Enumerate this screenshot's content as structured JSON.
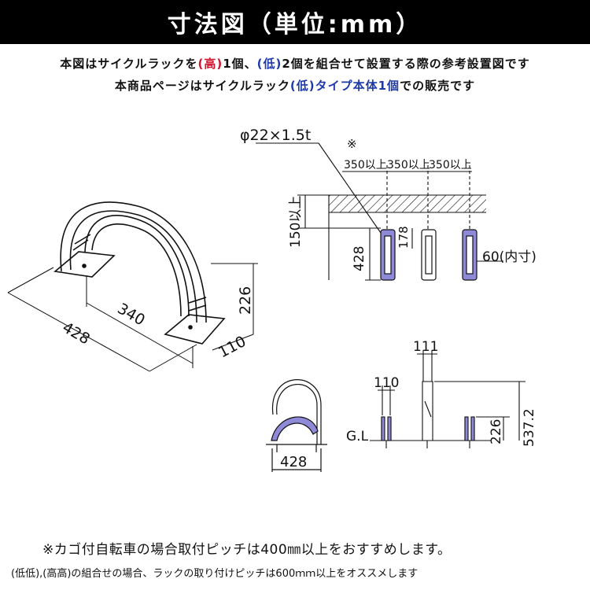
{
  "title": "寸法図（単位:mm）",
  "note1": {
    "a": "本図はサイクルラックを",
    "p1": "(",
    "high": "高",
    "p2": ")",
    "b": "1個、",
    "p3": "(",
    "low": "低",
    "p4": ")",
    "c": "2個を組合せて設置する際の参考設置図です"
  },
  "note2": {
    "a": "本商品ページはサイクルラック",
    "p1": "(",
    "low": "低",
    "p2": ")",
    "type": "タイプ本体1個",
    "b": "での販売です"
  },
  "iso": {
    "depth": "428",
    "base_len": "340",
    "height": "226",
    "width": "110"
  },
  "plan": {
    "pipe": "φ22×1.5t",
    "mark": "※",
    "pitch1": "350以上",
    "pitch2": "350以上",
    "pitch3": "350以上",
    "wall_gap": "150以上",
    "depth": "428",
    "inner_len": "178",
    "inner_width": "60(内寸)"
  },
  "front": {
    "width": "428"
  },
  "side": {
    "w_low": "110",
    "w_high": "111",
    "gl": "G.L",
    "h_low": "226",
    "h_high": "537.2"
  },
  "footer": {
    "line1": "※カゴ付自転車の場合取付ピッチは400㎜以上をおすすめします。",
    "line2": "(低低),(高高)の組合せの場合、ラックの取り付けピッチは600ｍｍ以上をオススメします"
  },
  "colors": {
    "accent_red": "#d0112b",
    "accent_blue": "#1e3aa8",
    "rack_fill": "#8e8ad8"
  }
}
